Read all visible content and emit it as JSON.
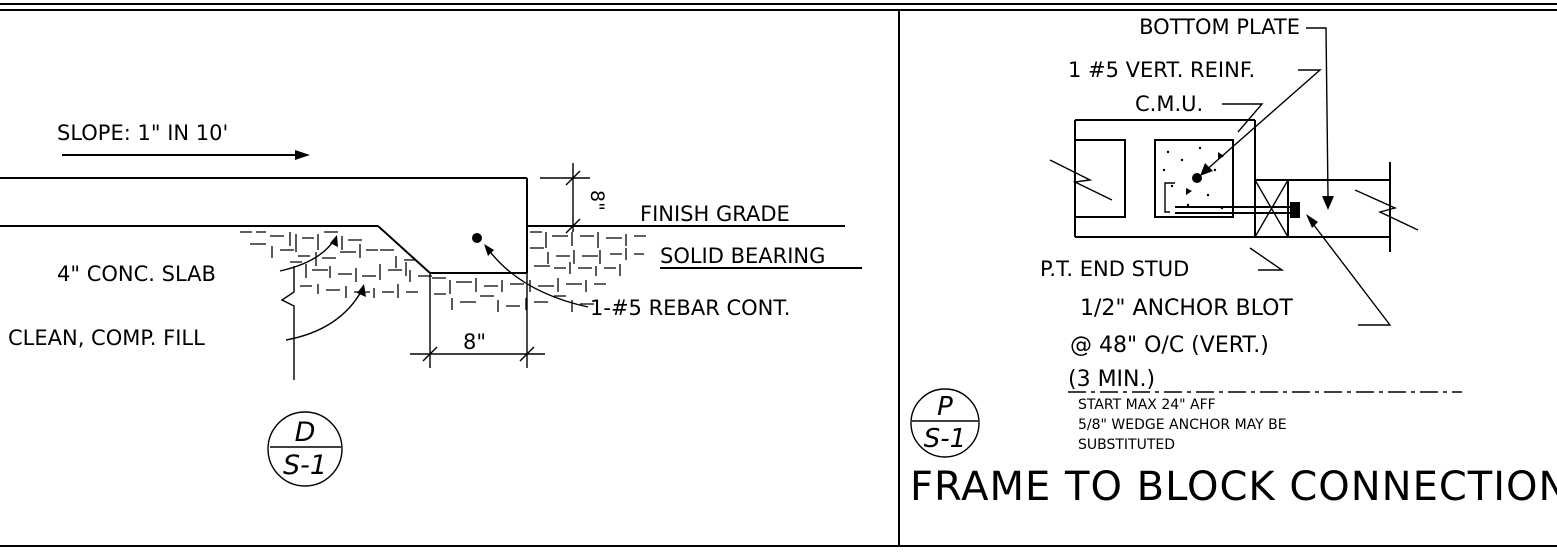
{
  "detail_d": {
    "slope_note": "SLOPE: 1\" IN 10'",
    "finish_grade": "FINISH GRADE",
    "solid_bearing": "SOLID BEARING",
    "dim_top": "8\"",
    "slab": "4\" CONC. SLAB",
    "fill": "CLEAN, COMP. FILL",
    "dim_bottom": "8\"",
    "rebar": "1-#5 REBAR CONT.",
    "callout_letter": "D",
    "callout_sheet": "S-1"
  },
  "detail_p": {
    "bottom_plate": "BOTTOM PLATE",
    "vert_reinf": "1 #5 VERT. REINF.",
    "cmu": "C.M.U.",
    "end_stud": "P.T. END STUD",
    "anchor_1": "1/2\" ANCHOR BLOT",
    "anchor_2": "@ 48\" O/C (VERT.)",
    "anchor_3": "(3 MIN.)",
    "note_1": "START MAX 24\" AFF",
    "note_2": "5/8\" WEDGE ANCHOR MAY BE",
    "note_3": "SUBSTITUTED",
    "title": "FRAME TO BLOCK CONNECTION",
    "callout_letter": "P",
    "callout_sheet": "S-1"
  }
}
